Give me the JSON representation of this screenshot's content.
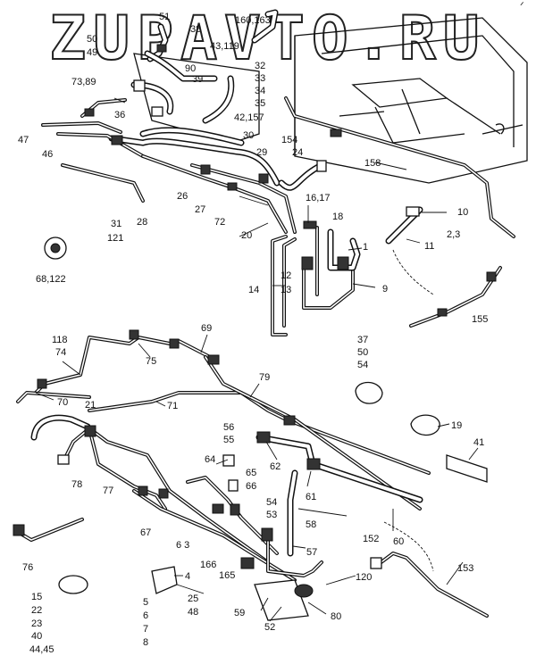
{
  "watermark": "ZUPAVTO.RU",
  "corner_mark": "ᐟ",
  "labels": [
    {
      "id": "L51",
      "text": "51"
    },
    {
      "id": "L160",
      "text": "160,163"
    },
    {
      "id": "L50",
      "text": "50"
    },
    {
      "id": "L49",
      "text": "49"
    },
    {
      "id": "L38",
      "text": "38"
    },
    {
      "id": "L43",
      "text": "43,119"
    },
    {
      "id": "L90",
      "text": "90"
    },
    {
      "id": "L39",
      "text": "39"
    },
    {
      "id": "L32",
      "text": "32"
    },
    {
      "id": "L33",
      "text": "33"
    },
    {
      "id": "L34",
      "text": "34"
    },
    {
      "id": "L35",
      "text": "35"
    },
    {
      "id": "L73",
      "text": "73,89"
    },
    {
      "id": "L36",
      "text": "36"
    },
    {
      "id": "L42",
      "text": "42,157"
    },
    {
      "id": "L47",
      "text": "47"
    },
    {
      "id": "L46",
      "text": "46"
    },
    {
      "id": "L30",
      "text": "30"
    },
    {
      "id": "L154",
      "text": "154"
    },
    {
      "id": "L29",
      "text": "29"
    },
    {
      "id": "L24",
      "text": "24"
    },
    {
      "id": "L158",
      "text": "158"
    },
    {
      "id": "L26",
      "text": "26"
    },
    {
      "id": "L27",
      "text": "27"
    },
    {
      "id": "L72",
      "text": "72"
    },
    {
      "id": "L1617",
      "text": "16,17"
    },
    {
      "id": "L10",
      "text": "10"
    },
    {
      "id": "L31",
      "text": "31"
    },
    {
      "id": "L121",
      "text": "121"
    },
    {
      "id": "L28",
      "text": "28"
    },
    {
      "id": "L20",
      "text": "20"
    },
    {
      "id": "L18",
      "text": "18"
    },
    {
      "id": "L23b",
      "text": "2,3"
    },
    {
      "id": "L11",
      "text": "11"
    },
    {
      "id": "L1",
      "text": "1"
    },
    {
      "id": "L68",
      "text": "68,122"
    },
    {
      "id": "L12",
      "text": "12"
    },
    {
      "id": "L14",
      "text": "14"
    },
    {
      "id": "L13",
      "text": "13"
    },
    {
      "id": "L9",
      "text": "9"
    },
    {
      "id": "L155",
      "text": "155"
    },
    {
      "id": "L69",
      "text": "69"
    },
    {
      "id": "L118",
      "text": "118"
    },
    {
      "id": "L74",
      "text": "74"
    },
    {
      "id": "L75",
      "text": "75"
    },
    {
      "id": "L37",
      "text": "37"
    },
    {
      "id": "L50b",
      "text": "50"
    },
    {
      "id": "L54",
      "text": "54"
    },
    {
      "id": "L79",
      "text": "79"
    },
    {
      "id": "L70",
      "text": "70"
    },
    {
      "id": "L71",
      "text": "71"
    },
    {
      "id": "L21",
      "text": "21"
    },
    {
      "id": "L19",
      "text": "19"
    },
    {
      "id": "L56",
      "text": "56"
    },
    {
      "id": "L55",
      "text": "55"
    },
    {
      "id": "L41",
      "text": "41"
    },
    {
      "id": "L64",
      "text": "64"
    },
    {
      "id": "L62",
      "text": "62"
    },
    {
      "id": "L65",
      "text": "65"
    },
    {
      "id": "L66",
      "text": "66"
    },
    {
      "id": "L61",
      "text": "61"
    },
    {
      "id": "L78",
      "text": "78"
    },
    {
      "id": "L77",
      "text": "77"
    },
    {
      "id": "L54b",
      "text": "54"
    },
    {
      "id": "L53",
      "text": "53"
    },
    {
      "id": "L58",
      "text": "58"
    },
    {
      "id": "L67",
      "text": "67"
    },
    {
      "id": "L63",
      "text": "6 3"
    },
    {
      "id": "L60",
      "text": "60"
    },
    {
      "id": "L152",
      "text": "152"
    },
    {
      "id": "L76",
      "text": "76"
    },
    {
      "id": "L166",
      "text": "166"
    },
    {
      "id": "L165",
      "text": "165"
    },
    {
      "id": "L57",
      "text": "57"
    },
    {
      "id": "L153",
      "text": "153"
    },
    {
      "id": "L4",
      "text": "4"
    },
    {
      "id": "L120",
      "text": "120"
    },
    {
      "id": "L15",
      "text": "15"
    },
    {
      "id": "L25",
      "text": "25"
    },
    {
      "id": "L48",
      "text": "48"
    },
    {
      "id": "L22",
      "text": "22"
    },
    {
      "id": "L5",
      "text": "5"
    },
    {
      "id": "L59",
      "text": "59"
    },
    {
      "id": "L80",
      "text": "80"
    },
    {
      "id": "L23",
      "text": "23"
    },
    {
      "id": "L6",
      "text": "6"
    },
    {
      "id": "L52",
      "text": "52"
    },
    {
      "id": "L40",
      "text": "40"
    },
    {
      "id": "L7",
      "text": "7"
    },
    {
      "id": "L4445",
      "text": "44,45"
    },
    {
      "id": "L8",
      "text": "8"
    }
  ]
}
